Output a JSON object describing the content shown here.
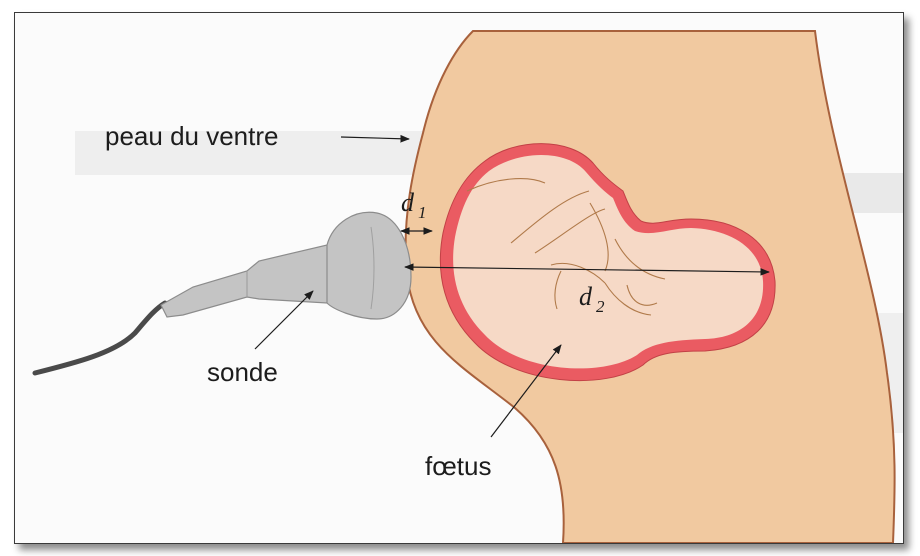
{
  "labels": {
    "skin": "peau du ventre",
    "probe": "sonde",
    "fetus": "fœtus",
    "d1_main": "d",
    "d1_sub": "1",
    "d2_main": "d",
    "d2_sub": "2"
  },
  "colors": {
    "belly": "#f1c9a0",
    "belly_outline": "#a8613c",
    "uterus_wall": "#ea5b62",
    "uterus_inner": "#f6d9c6",
    "probe": "#c4c4c4",
    "probe_outline": "#8c8c8c",
    "cable": "#4a4a4a",
    "arrows": "#1c1c1c"
  }
}
